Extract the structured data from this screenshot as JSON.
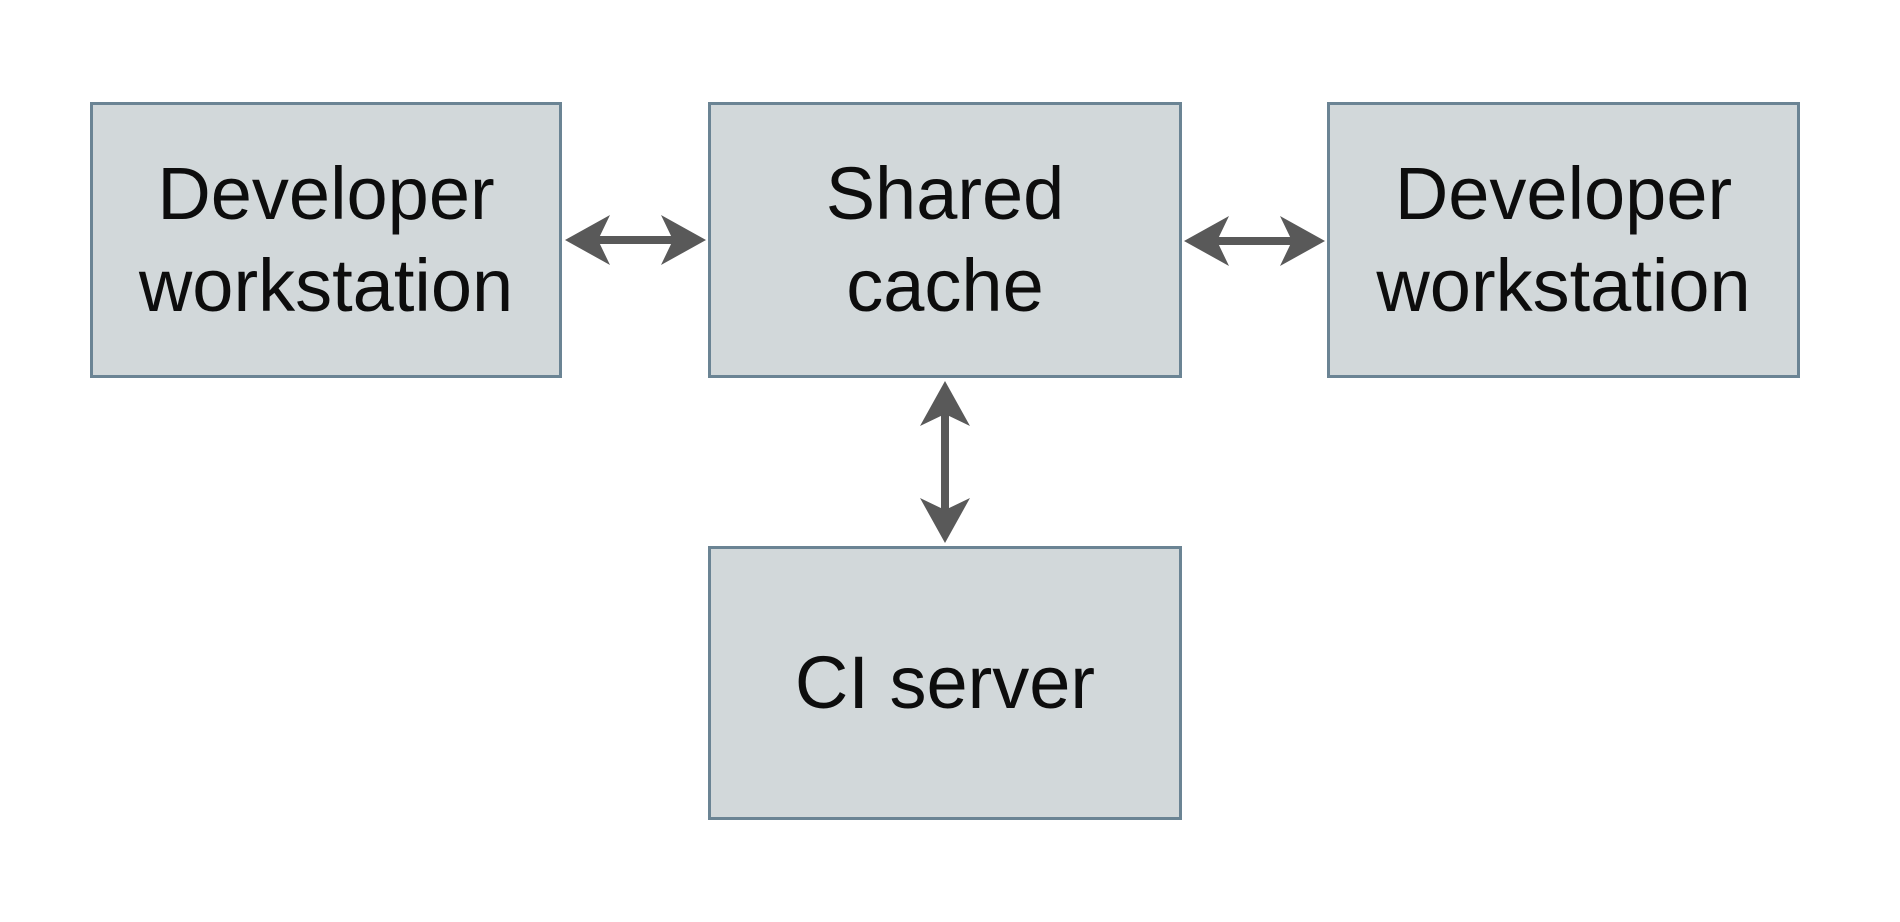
{
  "diagram": {
    "nodes": [
      {
        "id": "developer-workstation-left",
        "label": "Developer\nworkstation"
      },
      {
        "id": "shared-cache",
        "label": "Shared\ncache"
      },
      {
        "id": "developer-workstation-right",
        "label": "Developer\nworkstation"
      },
      {
        "id": "ci-server",
        "label": "CI server"
      }
    ],
    "edges": [
      {
        "from": "developer-workstation-left",
        "to": "shared-cache",
        "direction": "bidirectional"
      },
      {
        "from": "developer-workstation-right",
        "to": "shared-cache",
        "direction": "bidirectional"
      },
      {
        "from": "ci-server",
        "to": "shared-cache",
        "direction": "bidirectional"
      }
    ],
    "colors": {
      "background": "#ffffff",
      "node_fill": "#d2d8da",
      "node_border": "#6b8494",
      "arrow": "#595959",
      "text": "#0d0d0d"
    }
  }
}
